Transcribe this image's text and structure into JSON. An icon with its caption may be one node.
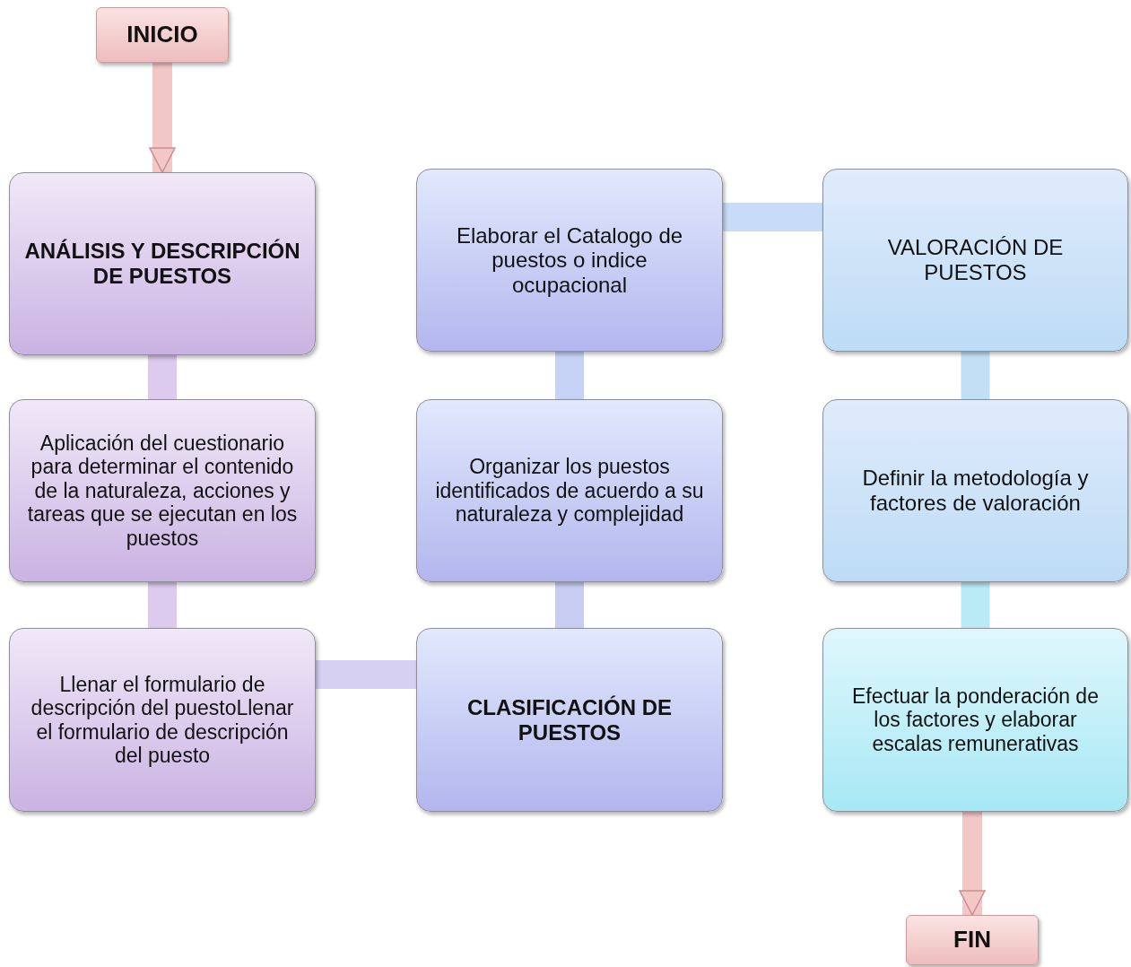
{
  "diagram": {
    "nodes": [
      {
        "text": [
          "INICIO"
        ]
      },
      {
        "text": [
          "ANÁLISIS Y DESCRIPCIÓN DE PUESTOS"
        ]
      },
      {
        "text": [
          "Aplicación del cuestionario para determinar el contenido de la naturaleza, acciones y tareas que se ejecutan en los puestos"
        ]
      },
      {
        "text": [
          "Llenar el formulario de descripción del puestoLlenar el formulario de descripción del puesto"
        ]
      },
      {
        "text": [
          "CLASIFICACIÓN DE PUESTOS"
        ]
      },
      {
        "text": [
          "Organizar los puestos identificados de acuerdo a su naturaleza y complejidad"
        ]
      },
      {
        "text": [
          "Elaborar el Catalogo de puestos  o indice ocupacional"
        ]
      },
      {
        "text": [
          "VALORACIÓN DE PUESTOS"
        ]
      },
      {
        "text": [
          "Definir la metodología y factores de valoración"
        ]
      },
      {
        "text": [
          "Efectuar la ponderación de los factores y elaborar escalas remunerativas"
        ]
      },
      {
        "text": [
          "FIN"
        ]
      }
    ],
    "edges": [
      {
        "from": 0,
        "to": 1,
        "arrow": "to",
        "color": "#f4c7c7"
      },
      {
        "from": 1,
        "to": 2,
        "arrow": "none",
        "color": "#dccbee"
      },
      {
        "from": 2,
        "to": 3,
        "arrow": "none",
        "color": "#dccbee"
      },
      {
        "from": 3,
        "to": 4,
        "arrow": "none",
        "color": "#d6d0f3"
      },
      {
        "from": 4,
        "to": 5,
        "arrow": "none",
        "color": "#c9cdf4"
      },
      {
        "from": 5,
        "to": 6,
        "arrow": "none",
        "color": "#c7d3f6"
      },
      {
        "from": 6,
        "to": 7,
        "arrow": "none",
        "color": "#c9dcf7"
      },
      {
        "from": 7,
        "to": 8,
        "arrow": "none",
        "color": "#c3dff6"
      },
      {
        "from": 8,
        "to": 9,
        "arrow": "none",
        "color": "#b9eaf6"
      },
      {
        "from": 9,
        "to": 10,
        "arrow": "to",
        "color": "#f4c7c7"
      }
    ]
  }
}
